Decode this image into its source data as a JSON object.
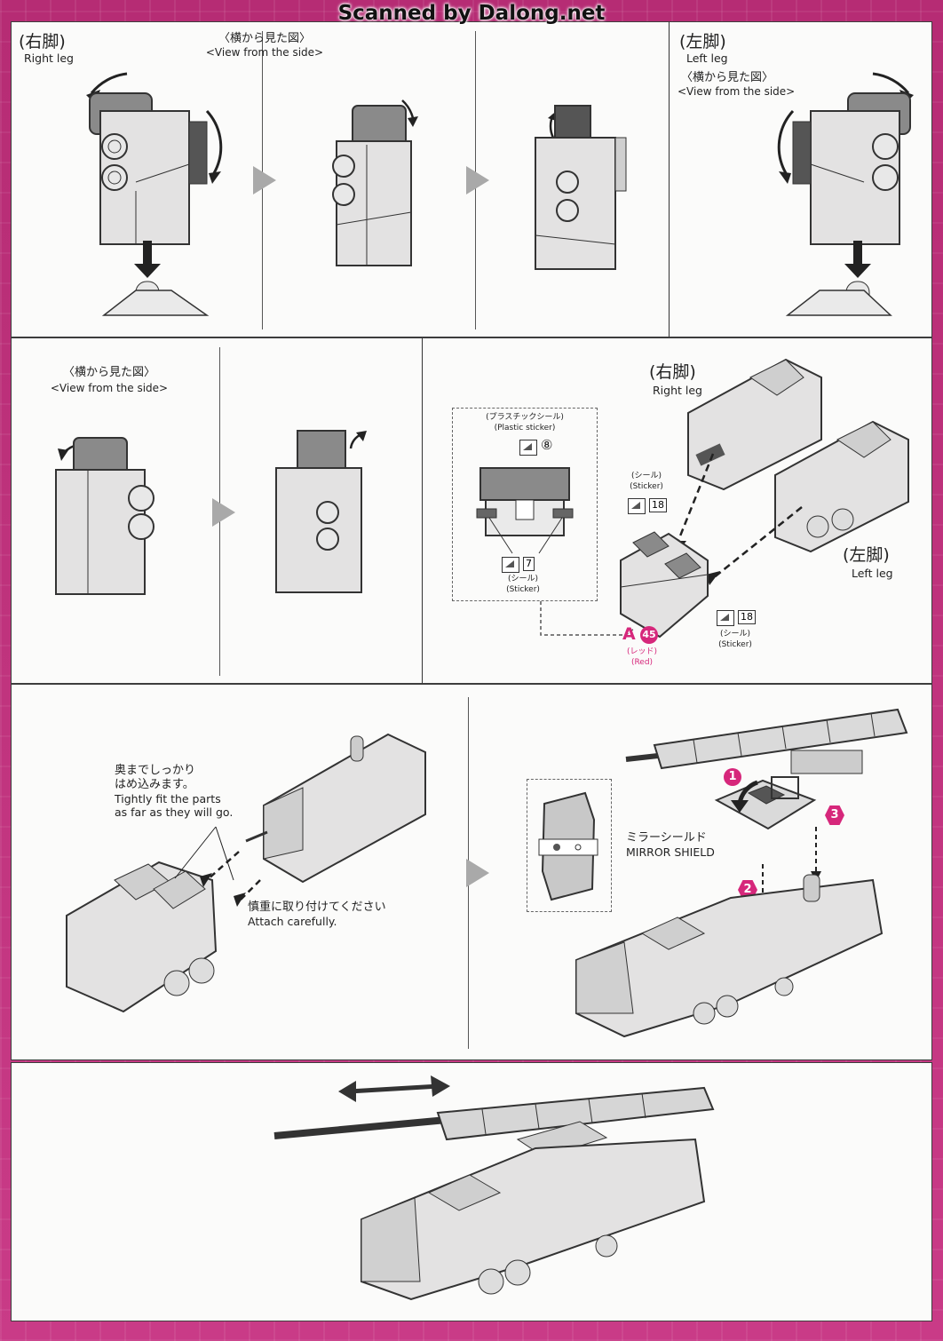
{
  "watermark": "Scanned by Dalong.net",
  "colors": {
    "accent": "#d6277b",
    "frame": "#c0357e",
    "part": "#d9d8d8",
    "part_dark": "#8a8a8a"
  },
  "panel1": {
    "right_leg_jp": "(右脚)",
    "right_leg_en": "Right leg",
    "side_view_jp": "〈横から見た図〉",
    "side_view_en": "<View from the side>",
    "left_leg_jp": "(左脚)",
    "left_leg_en": "Left leg",
    "left_side_view_jp": "〈横から見た図〉",
    "left_side_view_en": "<View from the side>"
  },
  "panel2": {
    "side_view_jp": "〈横から見た図〉",
    "side_view_en": "<View from the side>",
    "plastic_sticker_jp": "(プラスチックシール)",
    "plastic_sticker_en": "(Plastic sticker)",
    "plastic_sticker_num": "⑧",
    "sticker_7": "7",
    "sticker_jp": "(シール)",
    "sticker_en": "(Sticker)",
    "right_leg_jp": "(右脚)",
    "right_leg_en": "Right leg",
    "left_leg_jp": "(左脚)",
    "left_leg_en": "Left leg",
    "sticker_18a": "18",
    "sticker_18b": "18",
    "sticker_jp_2": "(シール)",
    "sticker_en_2": "(Sticker)",
    "sticker_jp_3": "(シール)",
    "sticker_en_3": "(Sticker)",
    "part_letter": "A",
    "part_num": "45",
    "red_jp": "(レッド)",
    "red_en": "(Red)"
  },
  "panel3": {
    "tight_jp_1": "奥までしっかり",
    "tight_jp_2": "はめ込みます。",
    "tight_en_1": "Tightly fit the parts",
    "tight_en_2": "as far as they will go.",
    "attach_jp": "慎重に取り付けてください",
    "attach_en": "Attach carefully.",
    "mirror_jp": "ミラーシールド",
    "mirror_en": "MIRROR SHIELD",
    "step1": "1",
    "step2": "2",
    "step3": "3"
  }
}
